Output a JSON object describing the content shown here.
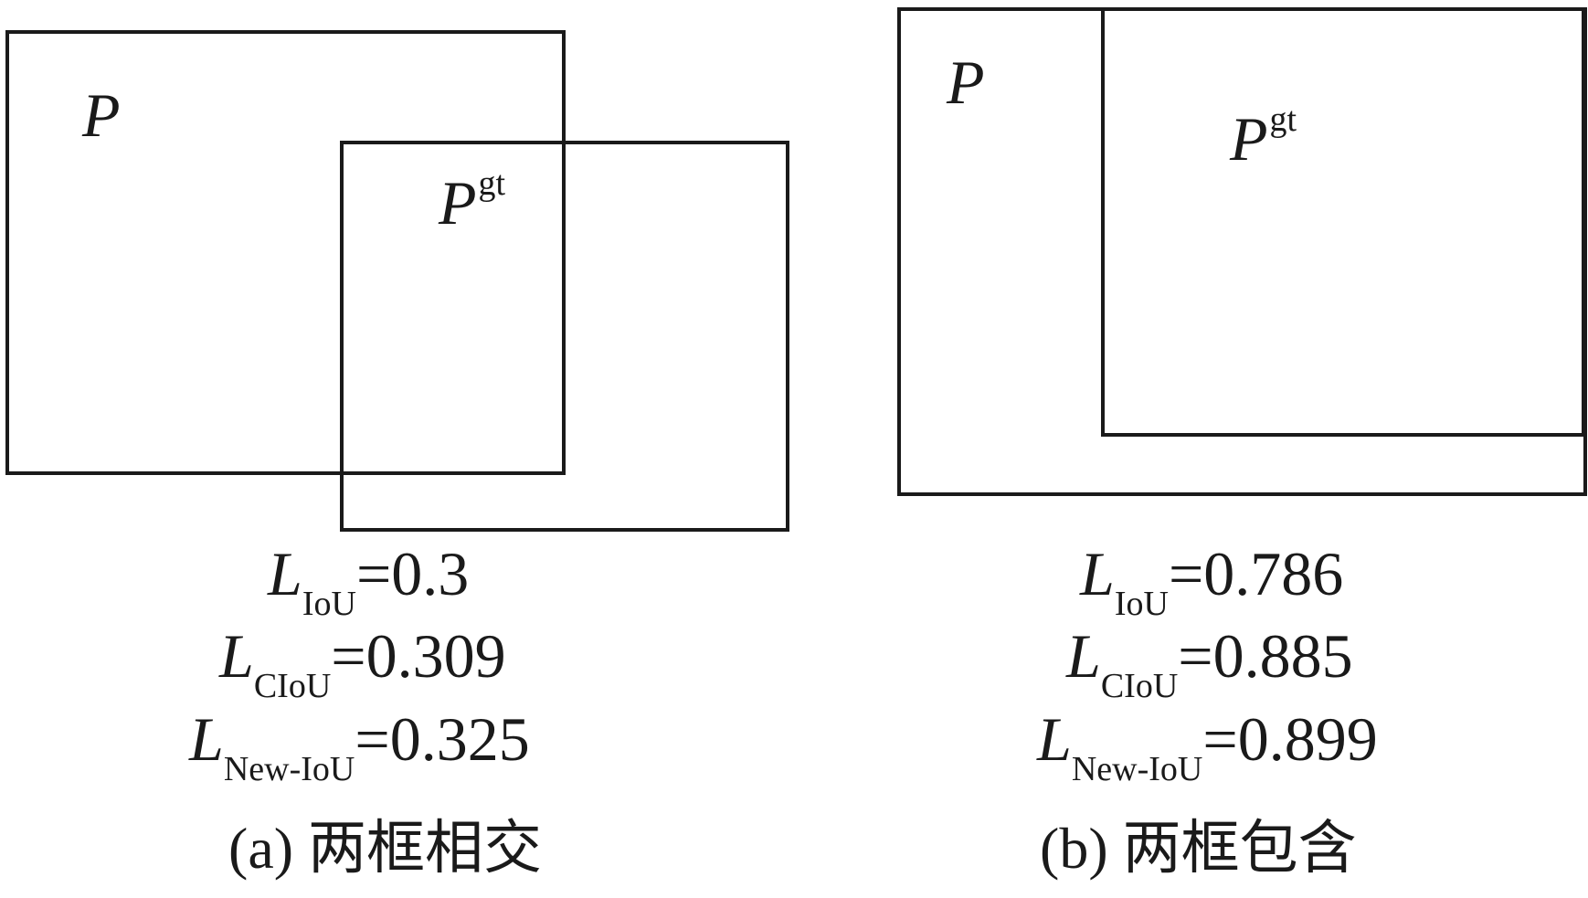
{
  "panels": [
    {
      "box_outer_label": "P",
      "box_inner_label": "P",
      "box_inner_sup": "gt",
      "metrics": [
        {
          "symbol": "L",
          "sub": "IoU",
          "value": "=0.3"
        },
        {
          "symbol": "L",
          "sub": "CIoU",
          "value": "=0.309"
        },
        {
          "symbol": "L",
          "sub": "New-IoU",
          "value": "=0.325"
        }
      ],
      "caption": "(a) 两框相交"
    },
    {
      "box_outer_label": "P",
      "box_inner_label": "P",
      "box_inner_sup": "gt",
      "metrics": [
        {
          "symbol": "L",
          "sub": "IoU",
          "value": "=0.786"
        },
        {
          "symbol": "L",
          "sub": "CIoU",
          "value": "=0.885"
        },
        {
          "symbol": "L",
          "sub": "New-IoU",
          "value": "=0.899"
        }
      ],
      "caption": "(b) 两框包含"
    }
  ]
}
